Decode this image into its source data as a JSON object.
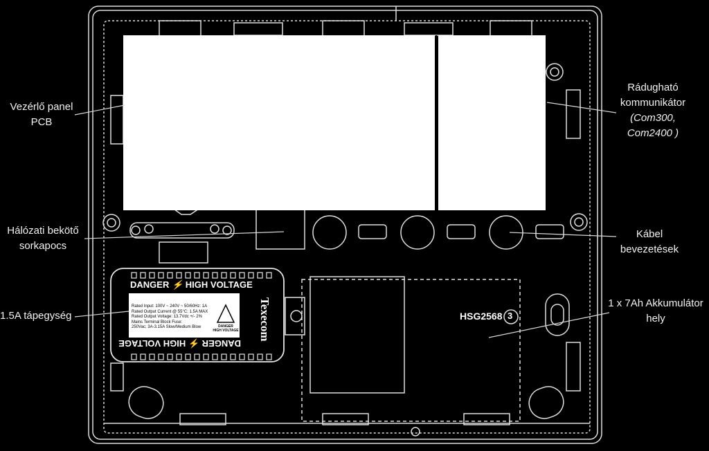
{
  "labels": {
    "panel": {
      "line1": "Vezérlő panel",
      "line2": "PCB"
    },
    "mains": {
      "line1": "Hálózati bekötő",
      "line2": "sorkapocs"
    },
    "psu": {
      "line1": "1.5A tápegység"
    },
    "comm": {
      "line1": "Rádugható",
      "line2": "kommunikátor",
      "line3": "(Com300,",
      "line4": "Com2400 )"
    },
    "cable": {
      "line1": "Kábel",
      "line2": "bevezetések"
    },
    "battery": {
      "line1": "1 x 7Ah Akkumulátor",
      "line2": "hely"
    }
  },
  "psu_module": {
    "danger_top": "DANGER",
    "hv_top": "HIGH VOLTAGE",
    "danger_bottom": "DANGER",
    "hv_bottom": "HIGH VOLTAGE",
    "brand": "Texecom",
    "rated_input": "Rated Input: 100V ~ 240V ~ 50/60Hz: 1A",
    "rated_output_current": "Rated Output Current @ 55°C: 1.5A MAX",
    "rated_output_voltage": "Rated Output Voltage: 13.7Vdc +/- 2%",
    "fuse_title": "Mains Terminal Block Fuse:",
    "fuse_value": "250Vac; 3A-3.15A Slow/Medium Blow",
    "badge_danger": "DANGER",
    "badge_hv": "HIGH VOLTAGE"
  },
  "battery_area": {
    "model": "HSG2568",
    "number": "3"
  },
  "colors": {
    "background": "#000000",
    "outline": "#e6e6e6",
    "text": "#f2f2f2",
    "blank_panel": "#ffffff"
  }
}
